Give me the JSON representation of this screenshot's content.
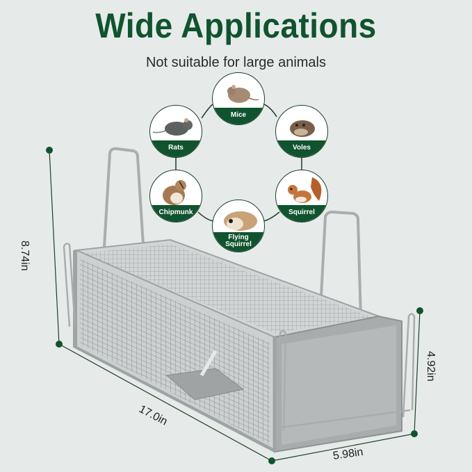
{
  "header": {
    "title": "Wide Applications",
    "subtitle": "Not suitable for large animals"
  },
  "animals": [
    {
      "label": "Mice",
      "line1": "Mice"
    },
    {
      "label": "Rats",
      "line1": "Rats"
    },
    {
      "label": "Voles",
      "line1": "Voles"
    },
    {
      "label": "Chipmunk",
      "line1": "Chipmunk"
    },
    {
      "label": "Squirrel",
      "line1": "Squirrel"
    },
    {
      "label": "Flying Squirrel",
      "line1": "Flying",
      "line2": "Squirrel"
    }
  ],
  "dimensions": {
    "height": "8.74in",
    "length": "17.0in",
    "width": "5.98in",
    "door_height": "4.92in"
  },
  "colors": {
    "background": "#e6ebe9",
    "brand_green": "#10532f",
    "metal": "#b9bcbd"
  }
}
